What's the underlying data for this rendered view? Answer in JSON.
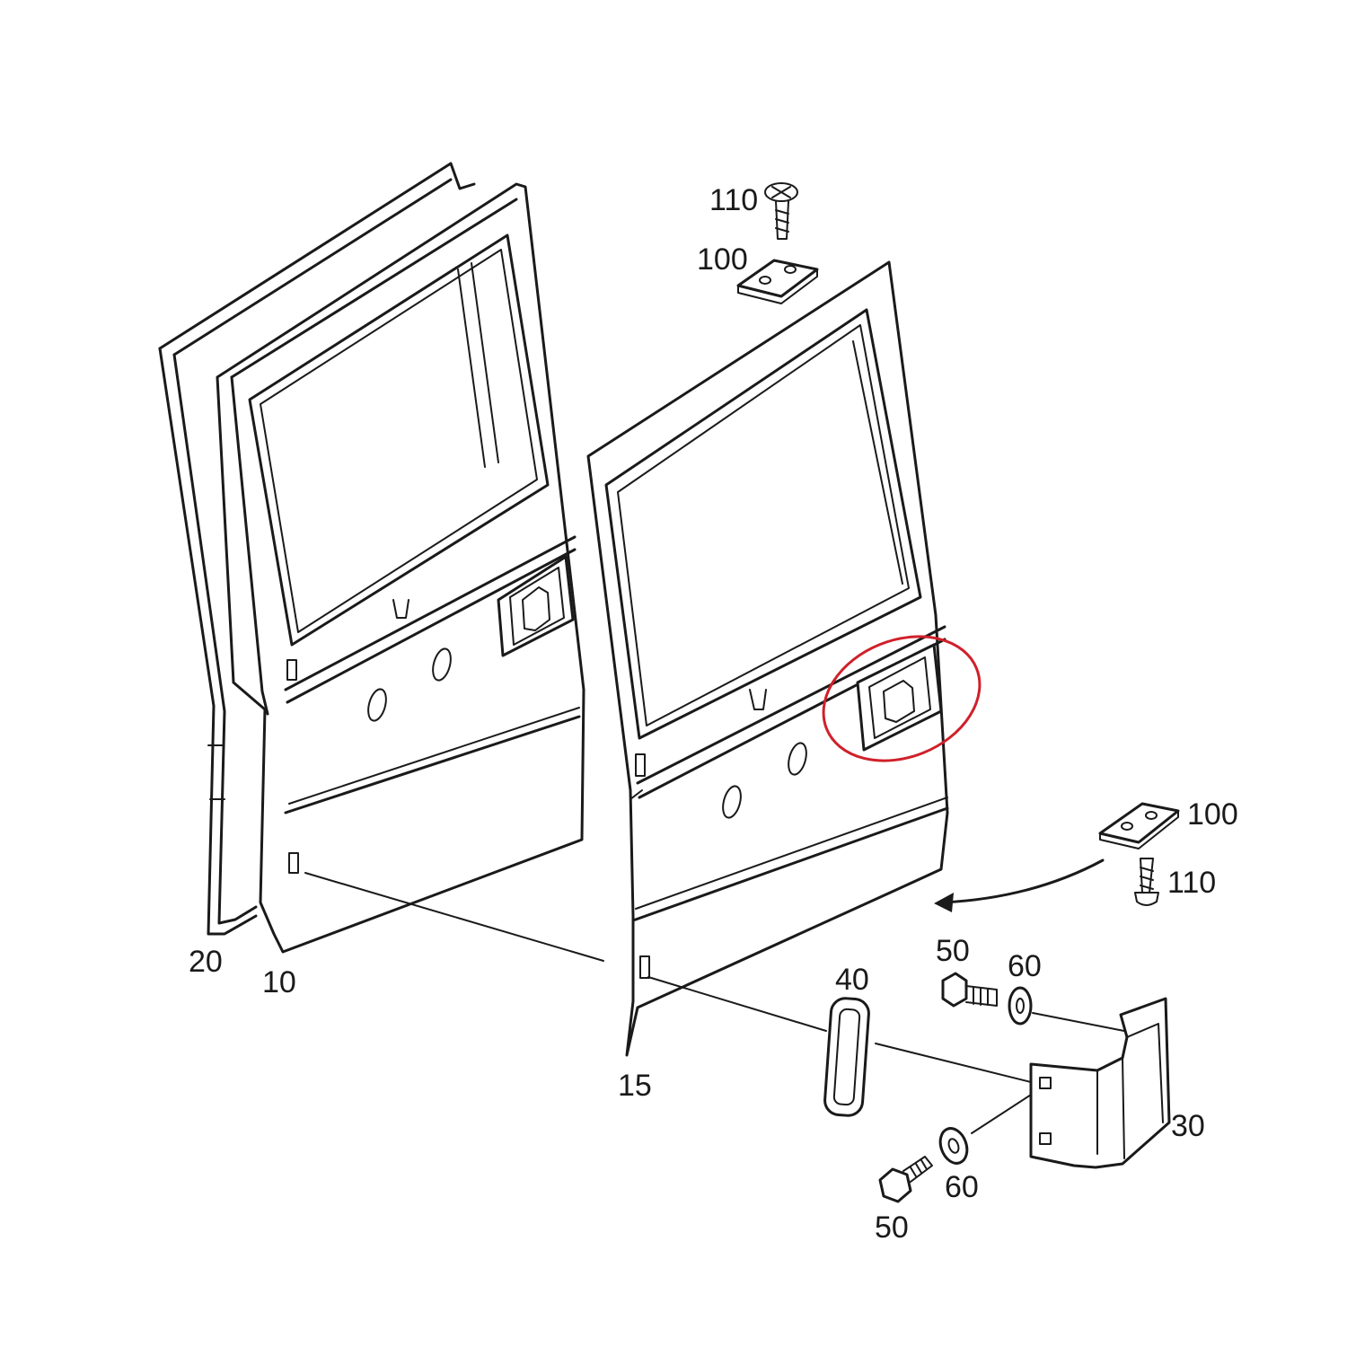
{
  "diagram": {
    "labels": {
      "p110_top": "110",
      "p100_top": "100",
      "p100_right": "100",
      "p110_right": "110",
      "p20": "20",
      "p10": "10",
      "p15": "15",
      "p40": "40",
      "p50_top": "50",
      "p60_top": "60",
      "p30": "30",
      "p60_bottom": "60",
      "p50_bottom": "50"
    },
    "highlight_color": "#d0202a",
    "line_color": "#1a1a1a"
  }
}
